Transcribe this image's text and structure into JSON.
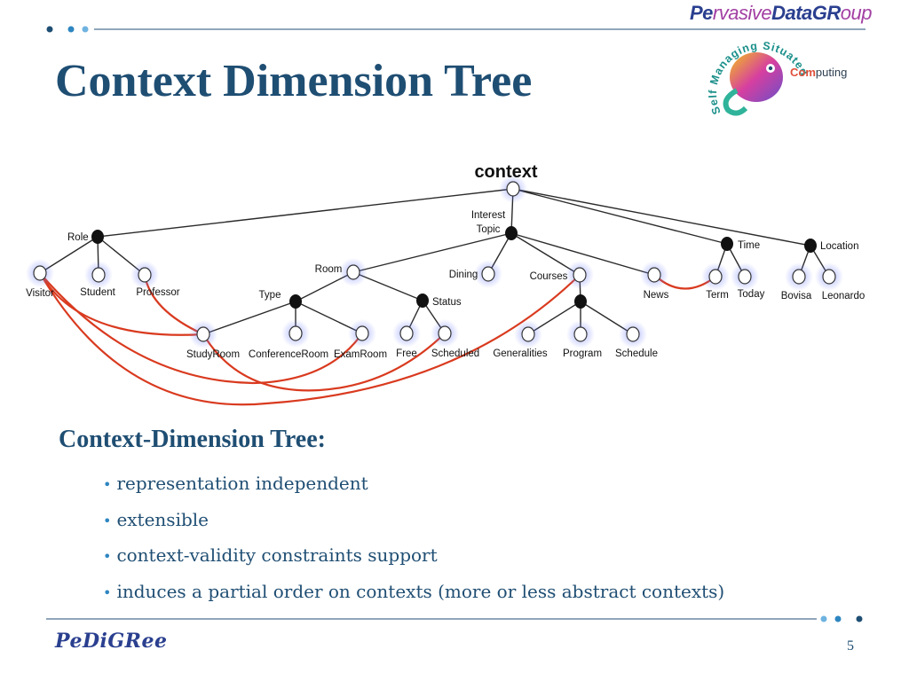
{
  "header": {
    "brand_parts": [
      {
        "text": "Pe",
        "color": "#2a3f8f",
        "bold": true
      },
      {
        "text": "rvasive",
        "color": "#a23fa3",
        "bold": false
      },
      {
        "text": "Data",
        "color": "#2a3f8f",
        "bold": true
      },
      {
        "text": "GR",
        "color": "#2a3f8f",
        "bold": true
      },
      {
        "text": "oup",
        "color": "#a23fa3",
        "bold": false
      }
    ]
  },
  "slide": {
    "title": "Context Dimension Tree",
    "section_heading": "Context-Dimension Tree:",
    "bullets": [
      "representation independent",
      "extensible",
      "context-validity constraints support",
      "induces a partial order on contexts (more or less abstract contexts)"
    ],
    "page_number": "5"
  },
  "logo": {
    "arc_text": "Self Managing Situated",
    "side_bold": "Com",
    "side_rest": "puting"
  },
  "tree": {
    "root": "context",
    "nodes": {
      "role": "Role",
      "interest_topic_1": "Interest",
      "interest_topic_2": "Topic",
      "time": "Time",
      "location": "Location",
      "visitor": "Visitor",
      "student": "Student",
      "professor": "Professor",
      "room": "Room",
      "dining": "Dining",
      "courses": "Courses",
      "news": "News",
      "term": "Term",
      "today": "Today",
      "bovisa": "Bovisa",
      "leonardo": "Leonardo",
      "type": "Type",
      "status": "Status",
      "studyroom": "StudyRoom",
      "conferenceroom": "ConferenceRoom",
      "examroom": "ExamRoom",
      "free": "Free",
      "scheduled": "Scheduled",
      "generalities": "Generalities",
      "program": "Program",
      "schedule": "Schedule"
    }
  },
  "footer": {
    "brand": "PeDiGRee"
  },
  "colors": {
    "title": "#1f4e73",
    "constraint_line": "#d93a1f",
    "bullet_dot": "#2e86c1",
    "rule": "#1f4e73",
    "accent_dot": "#6fb3e0"
  }
}
